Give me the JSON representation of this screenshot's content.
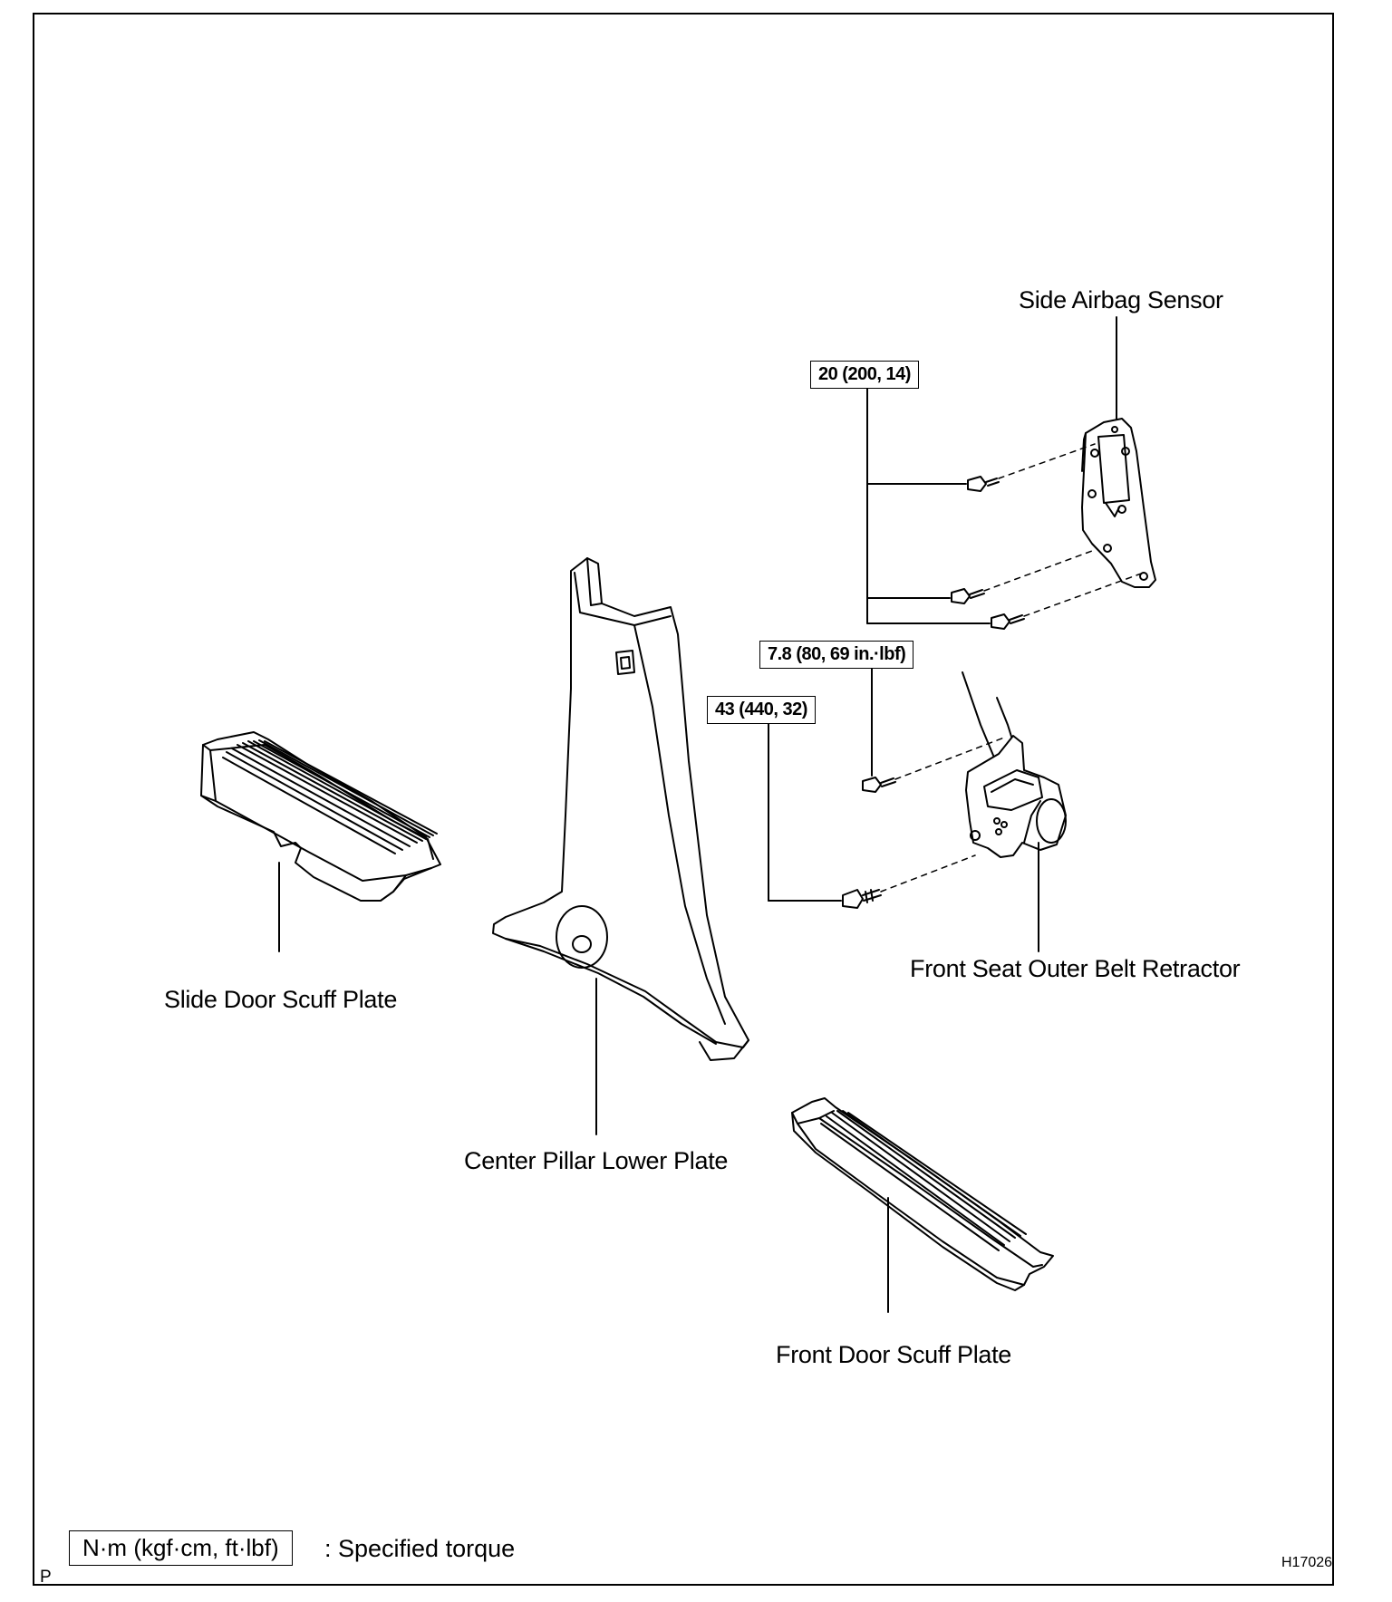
{
  "labels": {
    "side_airbag_sensor": "Side Airbag Sensor",
    "front_seat_outer_belt_retractor": "Front Seat Outer Belt Retractor",
    "slide_door_scuff_plate": "Slide Door Scuff Plate",
    "center_pillar_lower_plate": "Center Pillar Lower Plate",
    "front_door_scuff_plate": "Front Door Scuff Plate"
  },
  "torques": {
    "sensor_bolts": "20 (200, 14)",
    "retractor_upper_bolt": "7.8 (80, 69 in.·lbf)",
    "retractor_lower_bolt": "43 (440, 32)"
  },
  "legend": {
    "unit_box": "N·m (kgf·cm, ft·lbf)",
    "description": ": Specified torque"
  },
  "codes": {
    "corner_letter": "P",
    "figure_id": "H17026"
  },
  "colors": {
    "line": "#000000",
    "background": "#ffffff"
  }
}
